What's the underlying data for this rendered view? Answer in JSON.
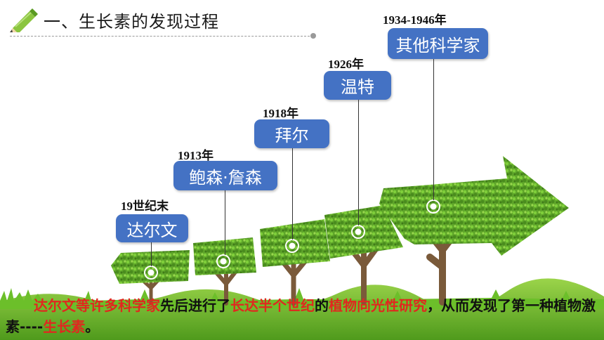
{
  "header": {
    "title": "一、生长素的发现过程",
    "icon": "pencil-icon"
  },
  "timeline": [
    {
      "year": "19世纪末",
      "name": "达尔文"
    },
    {
      "year": "1913年",
      "name": "鲍森·詹森"
    },
    {
      "year": "1918年",
      "name": "拜尔"
    },
    {
      "year": "1926年",
      "name": "温特"
    },
    {
      "year": "1934-1946年",
      "name": "其他科学家"
    }
  ],
  "summary": {
    "p1": "达尔文等许多科学家",
    "p2": "先后进行了",
    "p3": "长达半个世纪",
    "p4": "的",
    "p5": "植物向光性研究",
    "p6": "，从而发现了第一种植物激素----",
    "p7": "生长素",
    "p8": "。"
  },
  "colors": {
    "box": "#4472c4",
    "accent": "#e0281f",
    "grass": "#6cbf2a"
  }
}
